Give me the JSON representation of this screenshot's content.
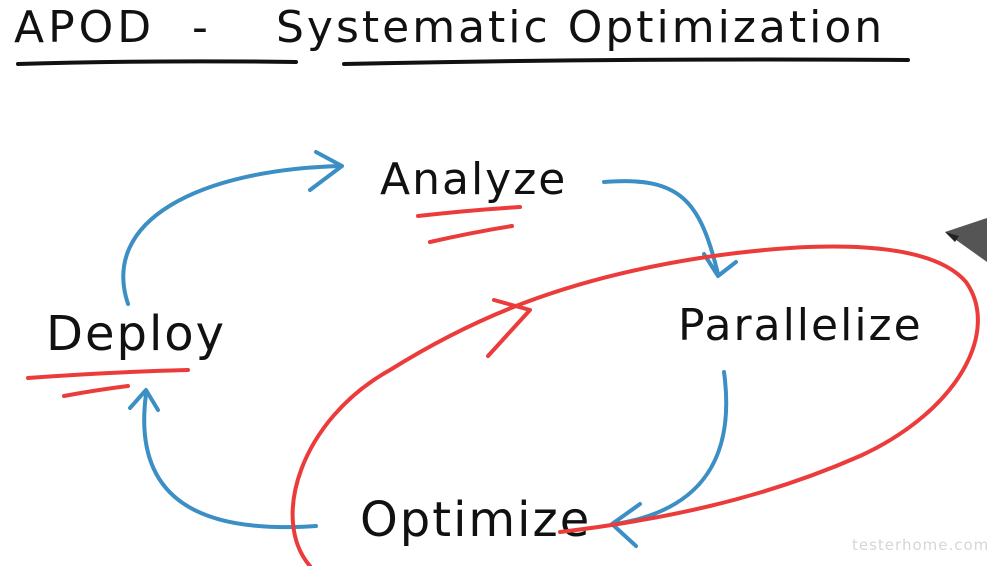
{
  "title": {
    "left": "APOD",
    "dash": "-",
    "right": "Systematic Optimization"
  },
  "nodes": {
    "analyze": "Analyze",
    "parallelize": "Parallelize",
    "optimize": "Optimize",
    "deploy": "Deploy"
  },
  "watermark": "testerhome.com",
  "colors": {
    "ink": "#111111",
    "blue_arrow": "#3b8fc4",
    "red_annotation": "#ec3b3b",
    "background": "#ffffff"
  }
}
